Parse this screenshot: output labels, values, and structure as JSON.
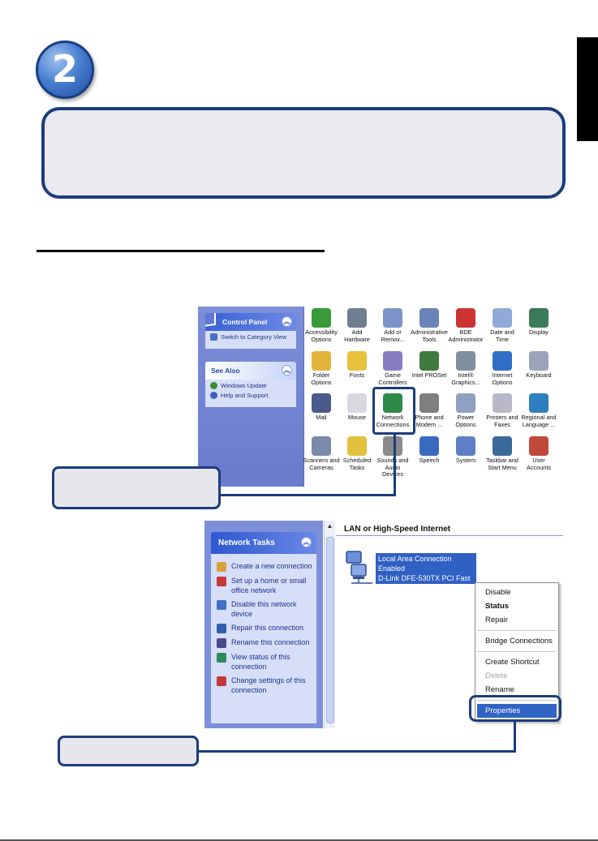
{
  "step_number": "2",
  "control_panel": {
    "left_pane": {
      "title": "Control Panel",
      "switch_link": "Switch to Category View",
      "see_also_title": "See Also",
      "see_also_links": [
        "Windows Update",
        "Help and Support"
      ]
    },
    "icons": [
      {
        "label": "Accessibility\nOptions",
        "color": "#3a9a3a"
      },
      {
        "label": "Add Hardware",
        "color": "#6f7f8f"
      },
      {
        "label": "Add or\nRemov...",
        "color": "#7b93c9"
      },
      {
        "label": "Administrative\nTools",
        "color": "#6a83b8"
      },
      {
        "label": "BDE\nAdministrator",
        "color": "#c33"
      },
      {
        "label": "Date and Time",
        "color": "#8fa9d8"
      },
      {
        "label": "Display",
        "color": "#3b7a5a"
      },
      {
        "label": "Folder Options",
        "color": "#e2b43a"
      },
      {
        "label": "Fonts",
        "color": "#e6c23d"
      },
      {
        "label": "Game\nControllers",
        "color": "#8a7cc1"
      },
      {
        "label": "Intel PROSet",
        "color": "#3f7a3f"
      },
      {
        "label": "Intel®\nGraphics...",
        "color": "#7f8f9f"
      },
      {
        "label": "Internet\nOptions",
        "color": "#2f6fc6"
      },
      {
        "label": "Keyboard",
        "color": "#9aa3b8"
      },
      {
        "label": "Mail",
        "color": "#4a5a8a"
      },
      {
        "label": "Mouse",
        "color": "#d8d8e0"
      },
      {
        "label": "Network\nConnections",
        "color": "#2f8a4a"
      },
      {
        "label": "Phone and\nModem ...",
        "color": "#7f7f7f"
      },
      {
        "label": "Power Options",
        "color": "#8f9fc0"
      },
      {
        "label": "Printers and\nFaxes",
        "color": "#b8b8c8"
      },
      {
        "label": "Regional and\nLanguage ...",
        "color": "#2f7fc0"
      },
      {
        "label": "Scanners and\nCameras",
        "color": "#7a8aa8"
      },
      {
        "label": "Scheduled\nTasks",
        "color": "#e3c03e"
      },
      {
        "label": "Sounds and\nAudio Devices",
        "color": "#8a8a8a"
      },
      {
        "label": "Speech",
        "color": "#3a6ac0"
      },
      {
        "label": "System",
        "color": "#5f7fc8"
      },
      {
        "label": "Taskbar and\nStart Menu",
        "color": "#3a6a9a"
      },
      {
        "label": "User Accounts",
        "color": "#c04a3a"
      }
    ]
  },
  "network_connections": {
    "task_panel_title": "Network Tasks",
    "tasks": [
      {
        "label": "Create a new connection",
        "color": "#d9a23a"
      },
      {
        "label": "Set up a home or small office network",
        "color": "#c43a3a"
      },
      {
        "label": "Disable this network device",
        "color": "#3f6fc6"
      },
      {
        "label": "Repair this connection",
        "color": "#2f5fae"
      },
      {
        "label": "Rename this connection",
        "color": "#4a4a8a"
      },
      {
        "label": "View status of this connection",
        "color": "#2f8a5a"
      },
      {
        "label": "Change settings of this connection",
        "color": "#c23a3a"
      }
    ],
    "group_header": "LAN or High-Speed Internet",
    "connection": {
      "name": "Local Area Connection",
      "status": "Enabled",
      "device": "D-Link DFE-530TX PCI Fast Et..."
    },
    "context_menu": [
      "Disable",
      "Status",
      "Repair",
      "Bridge Connections",
      "Create Shortcut",
      "Delete",
      "Rename",
      "Properties"
    ]
  },
  "colors": {
    "outline": "#1c3d7a",
    "callout_fill": "#e6e6ec",
    "selection": "#3160c4"
  }
}
